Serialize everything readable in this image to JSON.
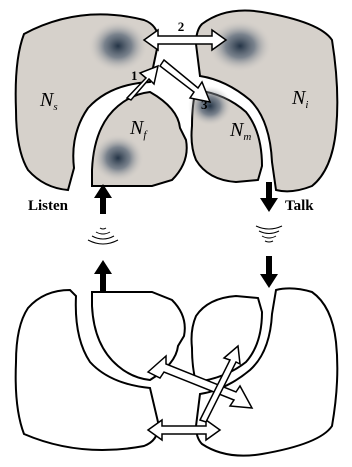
{
  "regions": {
    "sensory": {
      "letter": "N",
      "sub": "s"
    },
    "feedback": {
      "letter": "N",
      "sub": "f"
    },
    "motor": {
      "letter": "N",
      "sub": "m"
    },
    "intention": {
      "letter": "N",
      "sub": "i"
    }
  },
  "pathways": {
    "one": "1",
    "two": "2",
    "three": "3"
  },
  "actions": {
    "listen": "Listen",
    "talk": "Talk"
  },
  "colors": {
    "region_fill": "#d6d1cb",
    "outline": "#000000",
    "hotspot": "#243446",
    "arrow_fill": "#ffffff"
  }
}
